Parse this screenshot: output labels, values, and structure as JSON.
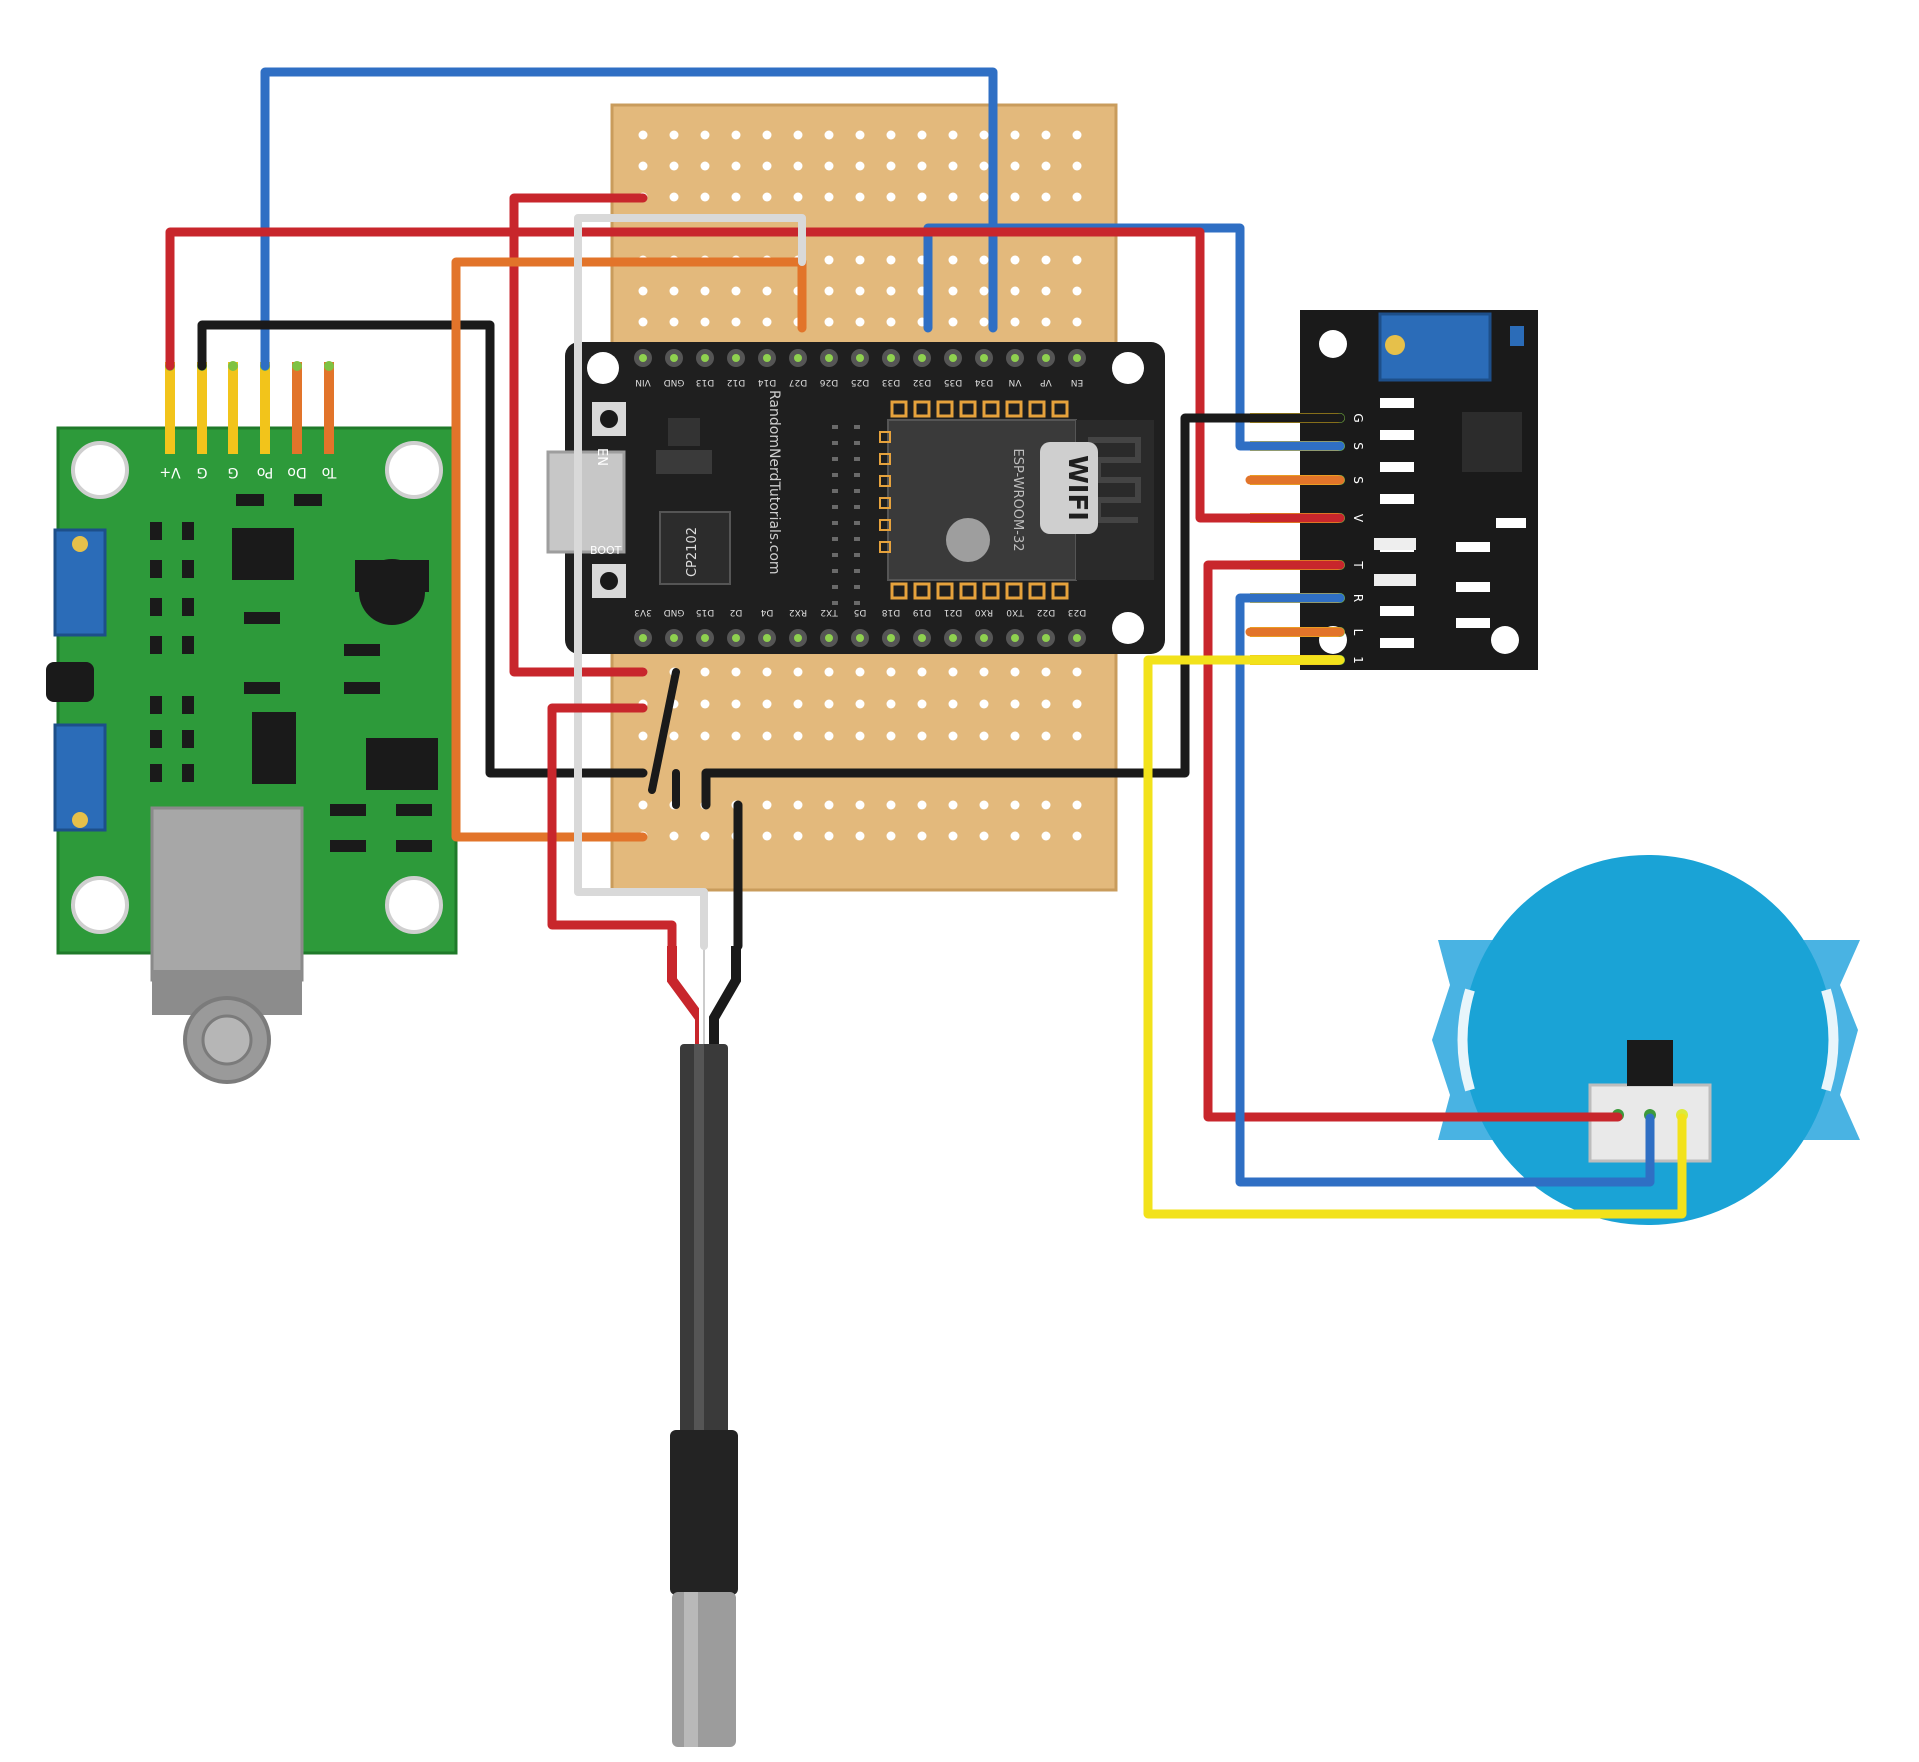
{
  "ph_module": {
    "pin_labels": [
      "V+",
      "G",
      "G",
      "Po",
      "Do",
      "To"
    ]
  },
  "esp32": {
    "brand_text": "RandomNerdTutorials.com",
    "chip_label": "CP2102",
    "wifi_label": "WIFI",
    "module_label": "ESP-WROOM-32",
    "left_button_label": "EN",
    "right_button_label": "BOOT",
    "top_pins": [
      "VIN",
      "GND",
      "D13",
      "D12",
      "D14",
      "D27",
      "D26",
      "D25",
      "D33",
      "D32",
      "D35",
      "D34",
      "VN",
      "VP",
      "EN"
    ],
    "bottom_pins": [
      "3V3",
      "GND",
      "D15",
      "D2",
      "D4",
      "RX2",
      "TX2",
      "D5",
      "D18",
      "D19",
      "D21",
      "RX0",
      "TX0",
      "D22",
      "D23"
    ]
  },
  "ads_module": {
    "pin_labels": [
      "G",
      "S",
      "S",
      "V",
      "T",
      "R",
      "L",
      "1"
    ]
  },
  "colors": {
    "wire_red": "#c8262c",
    "wire_blue": "#2f6fc4",
    "wire_black": "#1a1a1a",
    "wire_orange": "#e2742a",
    "wire_white": "#d9d9d9",
    "wire_yellow": "#f2e21b",
    "pcb_green": "#2d9a3a",
    "stripboard": "#e3b97c",
    "esp32_black": "#1f1f1f",
    "sensor_blue": "#1aa3d6"
  }
}
